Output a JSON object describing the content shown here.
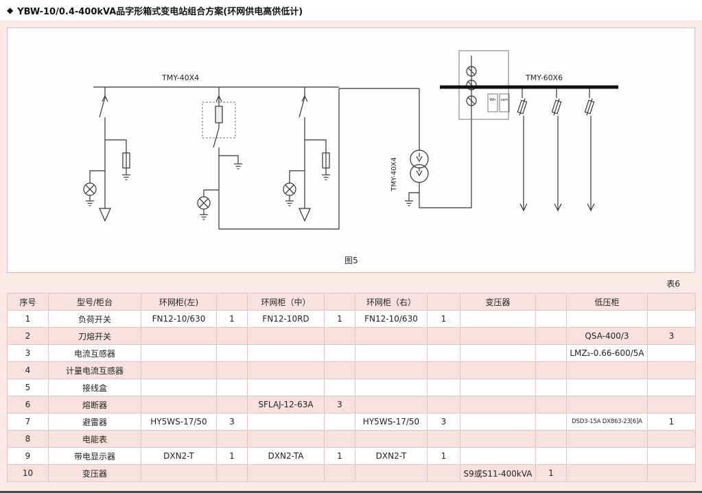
{
  "page": {
    "title_bullet": "◆",
    "title": "YBW-10/0.4-400kVA品字形箱式变电站组合方案(环网供电高供低计)",
    "figure_caption": "图5",
    "table_caption": "表6"
  },
  "diagram": {
    "labels": {
      "bus_left": "TMY-40X4",
      "bus_right": "TMY-60X6",
      "transformer_riser": "TMY-40X4",
      "meter_active": "Wh",
      "meter_reactive": "varh"
    }
  },
  "table": {
    "headers": [
      "序号",
      "型号/柜台",
      "环网柜(左)",
      "",
      "环网柜（中）",
      "",
      "环网柜（右）",
      "",
      "变压器",
      "",
      "低压柜",
      ""
    ],
    "rows": [
      [
        "1",
        "负荷开关",
        "FN12-10/630",
        "1",
        "FN12-10RD",
        "1",
        "FN12-10/630",
        "1",
        "",
        "",
        "",
        ""
      ],
      [
        "2",
        "刀熔开关",
        "",
        "",
        "",
        "",
        "",
        "",
        "",
        "",
        "QSA-400/3",
        "3"
      ],
      [
        "3",
        "电流互感器",
        "",
        "",
        "",
        "",
        "",
        "",
        "",
        "",
        "LMZ₂-0.66-600/5A",
        ""
      ],
      [
        "4",
        "计量电流互感器",
        "",
        "",
        "",
        "",
        "",
        "",
        "",
        "",
        "",
        ""
      ],
      [
        "5",
        "接线盒",
        "",
        "",
        "",
        "",
        "",
        "",
        "",
        "",
        "",
        ""
      ],
      [
        "6",
        "熔断器",
        "",
        "",
        "SFLAJ-12-63A",
        "3",
        "",
        "",
        "",
        "",
        "",
        ""
      ],
      [
        "7",
        "避雷器",
        "HY5WS-17/50",
        "3",
        "",
        "",
        "HY5WS-17/50",
        "3",
        "",
        "",
        "DSD3-15A DX863-23[6]A",
        "1"
      ],
      [
        "8",
        "电能表",
        "",
        "",
        "",
        "",
        "",
        "",
        "",
        "",
        "",
        ""
      ],
      [
        "9",
        "带电显示器",
        "DXN2-T",
        "1",
        "DXN2-TA",
        "1",
        "DXN2-T",
        "1",
        "",
        "",
        "",
        ""
      ],
      [
        "10",
        "变压器",
        "",
        "",
        "",
        "",
        "",
        "",
        "S9或S11-400kVA",
        "1",
        "",
        ""
      ]
    ]
  }
}
